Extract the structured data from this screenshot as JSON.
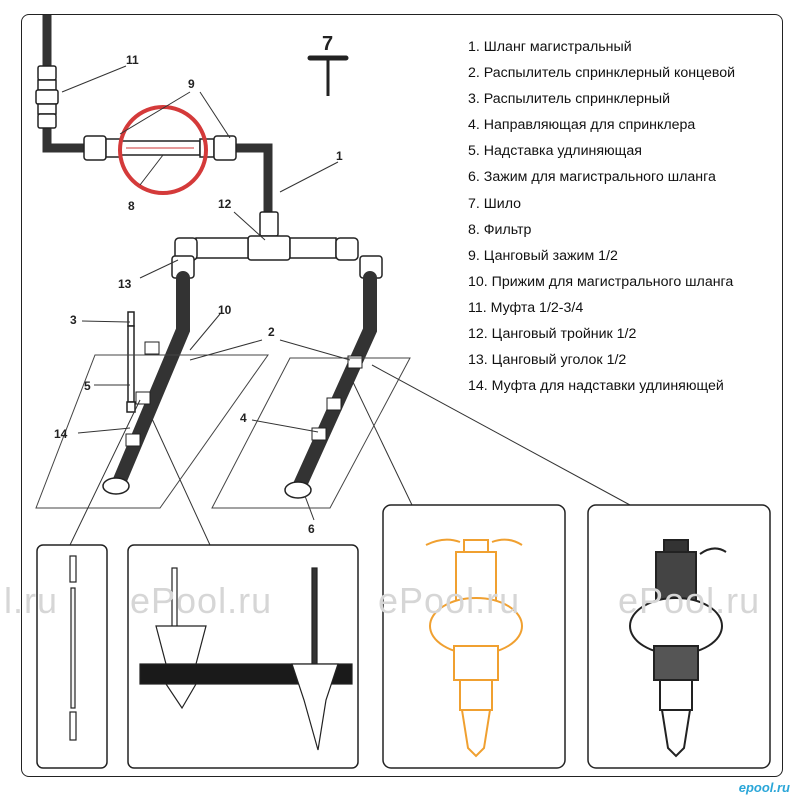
{
  "legend": [
    "1. Шланг магистральный",
    "2. Распылитель спринклерный концевой",
    "3. Распылитель спринклерный",
    "4. Направляющая для спринклера",
    "5. Надставка удлиняющая",
    "6. Зажим для магистрального шланга",
    "7. Шило",
    "8. Фильтр",
    "9. Цанговый зажим 1/2",
    "10. Прижим для магистрального шланга",
    "11. Муфта 1/2-3/4",
    "12. Цанговый тройник 1/2",
    "13. Цанговый уголок 1/2",
    "14. Муфта для надставки удлиняющей"
  ],
  "callouts": {
    "n1": "1",
    "n2": "2",
    "n3": "3",
    "n4": "4",
    "n5": "5",
    "n6": "6",
    "n7": "7",
    "n8": "8",
    "n9": "9",
    "n10": "10",
    "n11": "11",
    "n12": "12",
    "n13": "13",
    "n14": "14"
  },
  "watermarks": [
    "l.ru",
    "ePool.ru",
    "ePool.ru",
    "ePool.ru"
  ],
  "corner_logo": "epool.ru",
  "colors": {
    "sprinkler_orange": "#f0a030",
    "line": "#222222",
    "filter_ring": "#d43a3a"
  }
}
